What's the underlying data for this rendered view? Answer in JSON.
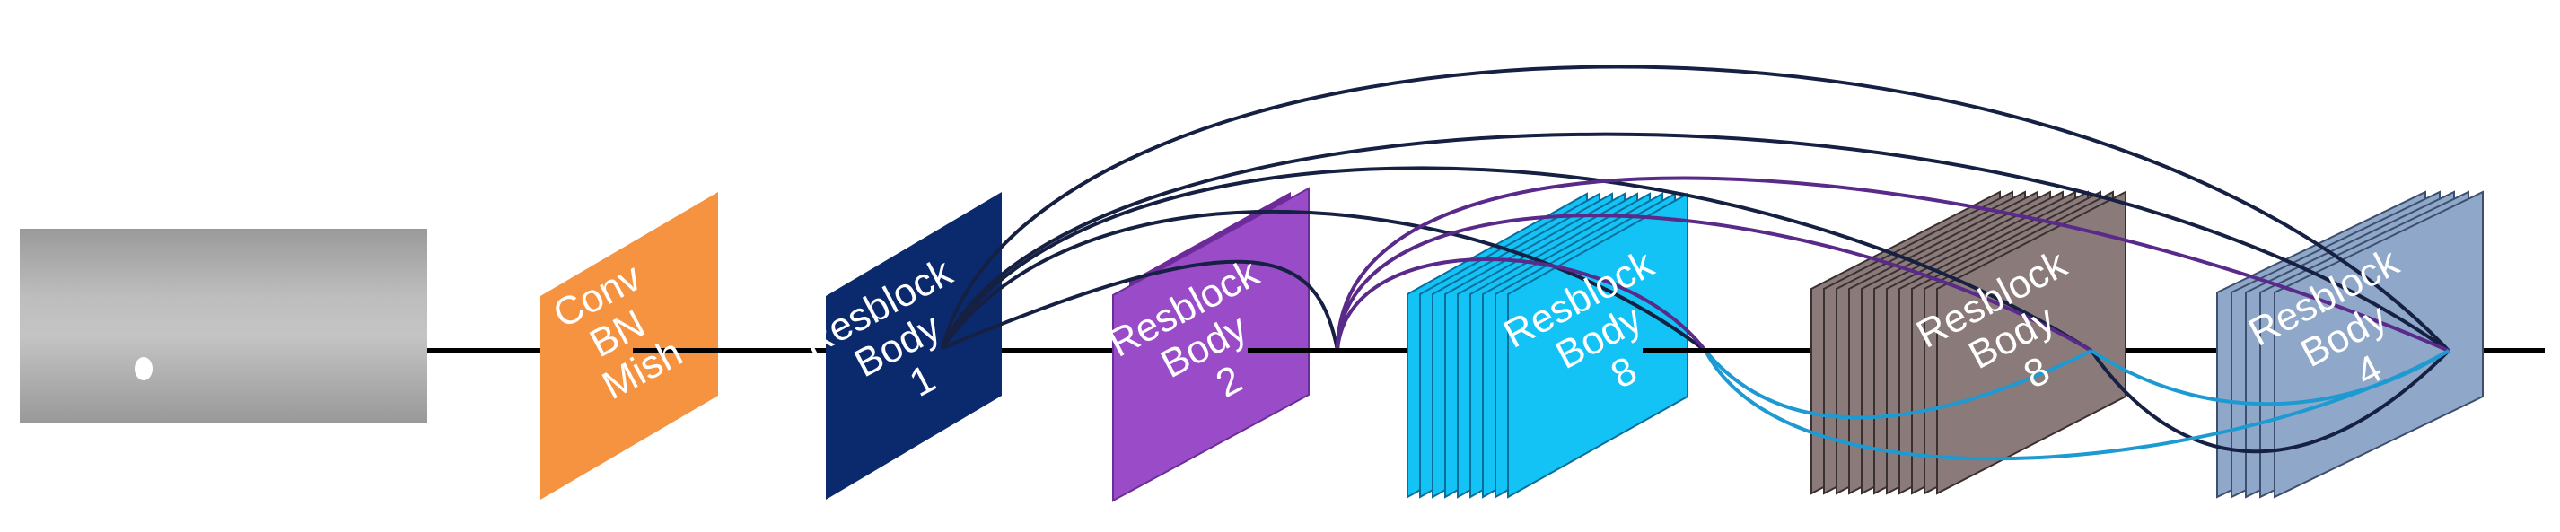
{
  "blocks": [
    {
      "id": "conv",
      "lines": [
        "Conv",
        "BN",
        "Mish"
      ],
      "color": "#f59340"
    },
    {
      "id": "rb1",
      "lines": [
        "Resblock",
        "Body",
        "1"
      ],
      "color": "#0b2a6e"
    },
    {
      "id": "rb2",
      "lines": [
        "Resblock",
        "Body",
        "2"
      ],
      "color": "#8e3fbb"
    },
    {
      "id": "rb8a",
      "lines": [
        "Resblock",
        "Body",
        "8"
      ],
      "color": "#14c3f5"
    },
    {
      "id": "rb8b",
      "lines": [
        "Resblock",
        "Body",
        "8"
      ],
      "color": "#8a7a7a"
    },
    {
      "id": "rb4",
      "lines": [
        "Resblock",
        "Body",
        "4"
      ],
      "color": "#8fa7c8"
    }
  ],
  "colors": {
    "main_line": "#000000",
    "skip_dark": "#152042",
    "skip_purple": "#5a2a8a",
    "skip_cyan": "#1e9ad2",
    "input_gray": "#a8a8a8"
  }
}
